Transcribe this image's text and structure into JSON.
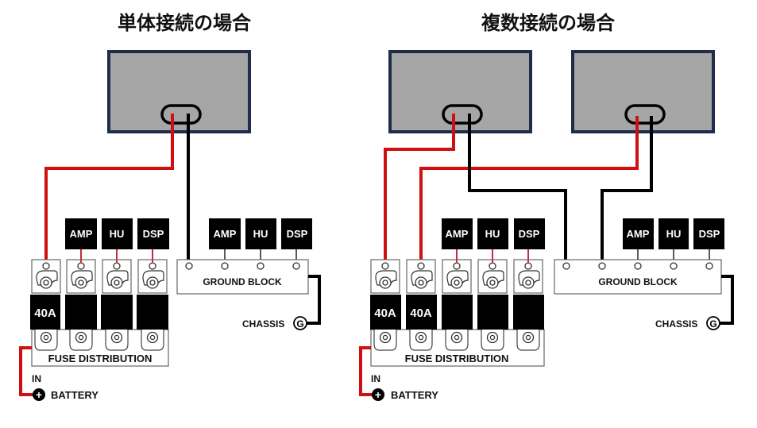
{
  "colors": {
    "power_wire": "#d01010",
    "ground_wire": "#000000",
    "unit_fill": "#a6a6a6",
    "unit_border": "#1f2d4a"
  },
  "panels": [
    {
      "title": "単体接続の場合",
      "fuses": [
        "40A",
        "",
        "",
        ""
      ],
      "fuse_devices": [
        "AMP",
        "HU",
        "DSP"
      ],
      "fuse_block_label": "FUSE DISTRIBUTION",
      "ground_devices": [
        "AMP",
        "HU",
        "DSP"
      ],
      "ground_block_label": "GROUND BLOCK",
      "chassis_label": "CHASSIS",
      "chassis_symbol": "G",
      "in_label": "IN",
      "battery_label": "BATTERY",
      "battery_symbol": "+"
    },
    {
      "title": "複数接続の場合",
      "fuses": [
        "40A",
        "40A",
        "",
        "",
        ""
      ],
      "fuse_devices": [
        "AMP",
        "HU",
        "DSP"
      ],
      "fuse_block_label": "FUSE DISTRIBUTION",
      "ground_devices": [
        "AMP",
        "HU",
        "DSP"
      ],
      "ground_block_label": "GROUND BLOCK",
      "chassis_label": "CHASSIS",
      "chassis_symbol": "G",
      "in_label": "IN",
      "battery_label": "BATTERY",
      "battery_symbol": "+"
    }
  ]
}
